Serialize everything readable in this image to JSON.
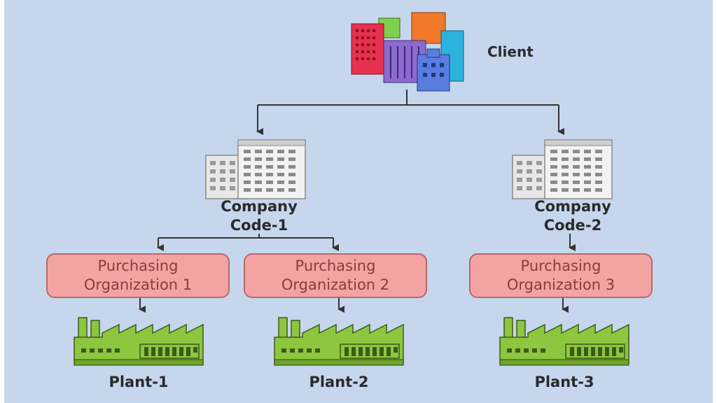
{
  "client": {
    "label": "Client"
  },
  "company_codes": [
    {
      "line1": "Company",
      "line2": "Code-1"
    },
    {
      "line1": "Company",
      "line2": "Code-2"
    }
  ],
  "purchasing_orgs": [
    {
      "line1": "Purchasing",
      "line2": "Organization 1"
    },
    {
      "line1": "Purchasing",
      "line2": "Organization 2"
    },
    {
      "line1": "Purchasing",
      "line2": "Organization 3"
    }
  ],
  "plants": [
    {
      "label": "Plant-1"
    },
    {
      "label": "Plant-2"
    },
    {
      "label": "Plant-3"
    }
  ],
  "colors": {
    "background": "#c6d6ed",
    "purchasing_fill": "#f4a3a3",
    "purchasing_border": "#b56a6a",
    "purchasing_text": "#8b3b3b",
    "plant_fill": "#8dc63f",
    "plant_dark": "#3d5a1a",
    "connector": "#333333"
  }
}
